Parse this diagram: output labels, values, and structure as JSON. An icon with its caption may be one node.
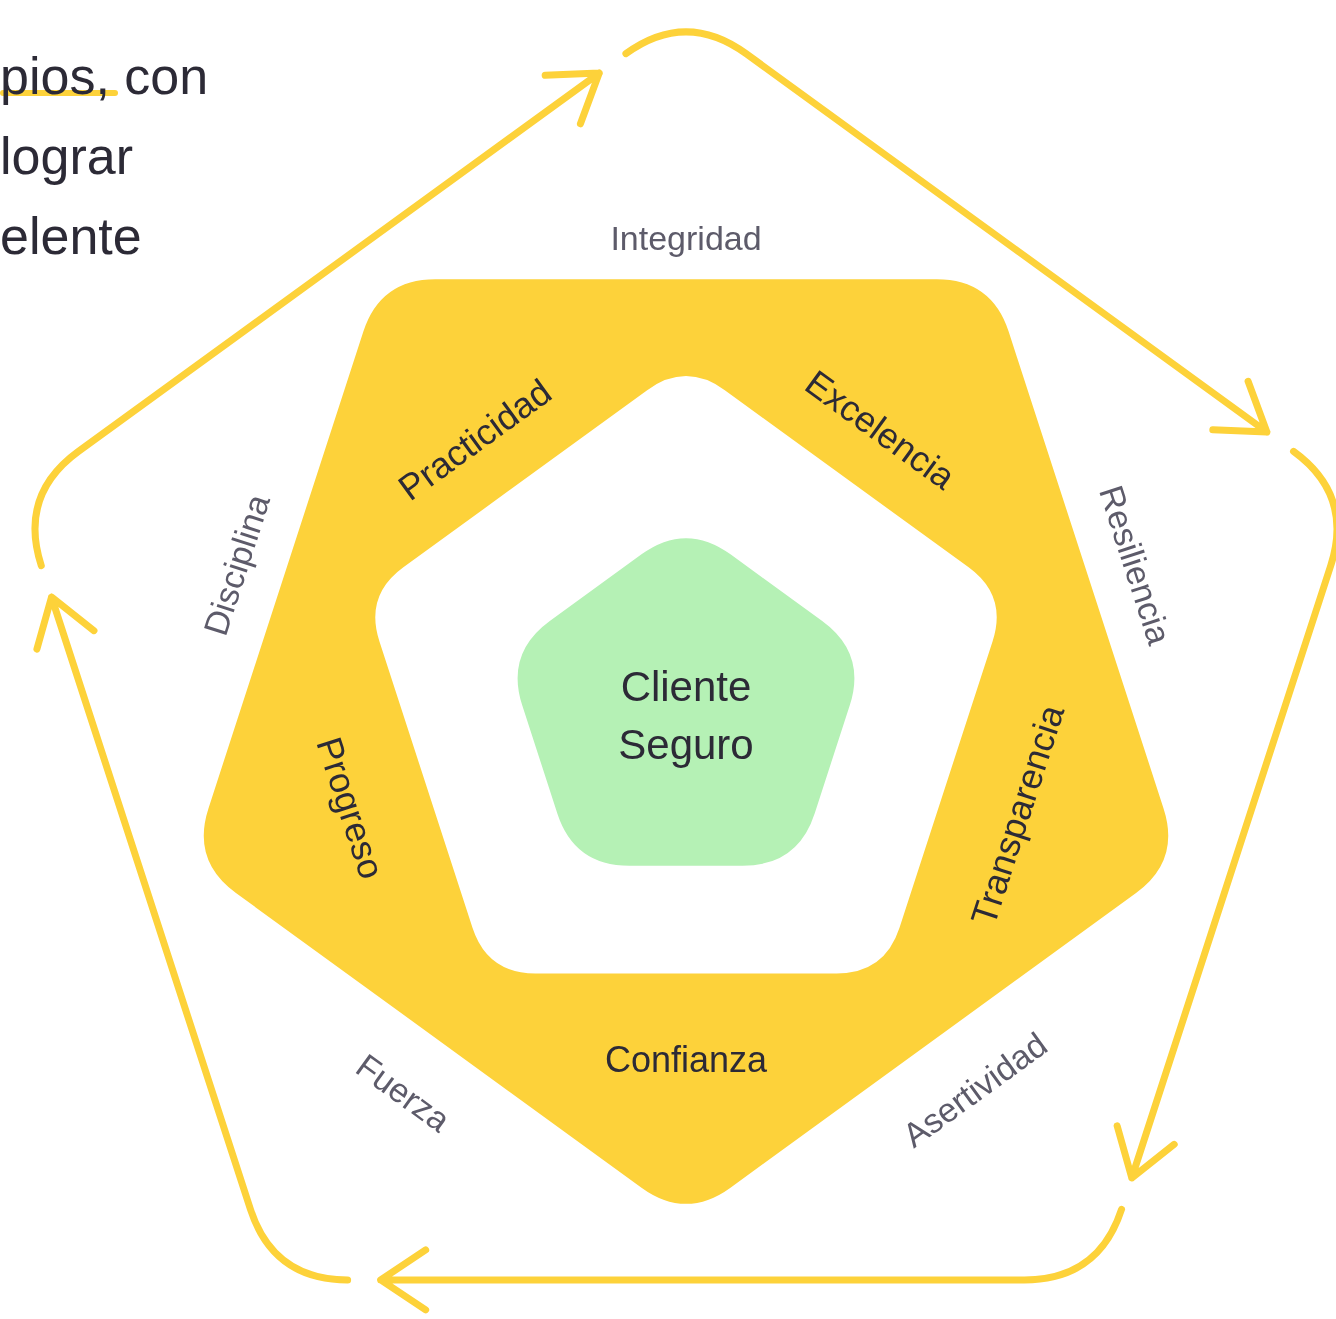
{
  "diagram": {
    "title": "pios, con lograr elente",
    "nodes": [
      {
        "text": [
          "Practicidad",
          "Excelencia",
          "Transparencia",
          "Confianza",
          "Progreso"
        ]
      },
      {
        "text": [
          "Cliente Seguro"
        ],
        "in": 0
      }
    ],
    "labels": [
      "Integridad",
      "Disciplina",
      "Resiliencia",
      "Fuerza",
      "Asertividad"
    ]
  }
}
